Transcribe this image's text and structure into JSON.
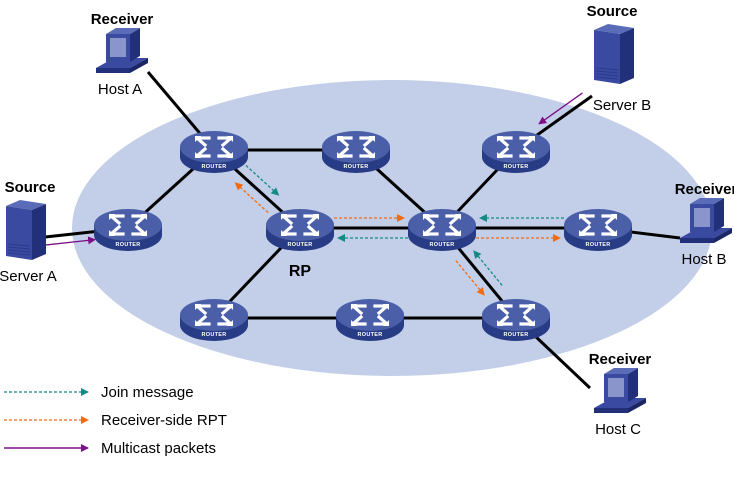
{
  "diagram": {
    "title": "Receiver-side RPT establishment",
    "colors": {
      "domain_fill": "#c3cfe8",
      "router_top": "#4a5fa8",
      "router_side": "#283b85",
      "router_glyph": "#ffffff",
      "link": "#000000",
      "join": "#138a86",
      "rpt": "#f26b11",
      "multicast": "#7d1087",
      "device_main": "#3a4aa0",
      "device_dark": "#22307a",
      "screen": "#8a95cc"
    },
    "router_label": "ROUTER",
    "rp_label": "RP",
    "routers": [
      {
        "id": "r1",
        "name": "router-top-left"
      },
      {
        "id": "r2",
        "name": "router-top-middle"
      },
      {
        "id": "r3",
        "name": "router-top-right"
      },
      {
        "id": "r4",
        "name": "router-left"
      },
      {
        "id": "rp",
        "name": "router-rp"
      },
      {
        "id": "r5",
        "name": "router-center"
      },
      {
        "id": "r6",
        "name": "router-right"
      },
      {
        "id": "r7",
        "name": "router-bottom-left"
      },
      {
        "id": "r8",
        "name": "router-bottom-middle"
      },
      {
        "id": "r9",
        "name": "router-bottom-right"
      }
    ],
    "devices": [
      {
        "id": "hostA",
        "type": "host",
        "role": "Receiver",
        "label": "Host A"
      },
      {
        "id": "hostB",
        "type": "host",
        "role": "Receiver",
        "label": "Host B"
      },
      {
        "id": "hostC",
        "type": "host",
        "role": "Receiver",
        "label": "Host C"
      },
      {
        "id": "serverA",
        "type": "server",
        "role": "Source",
        "label": "Server A"
      },
      {
        "id": "serverB",
        "type": "server",
        "role": "Source",
        "label": "Server B"
      }
    ],
    "links": [
      [
        "hostA",
        "r1"
      ],
      [
        "r1",
        "r2"
      ],
      [
        "r1",
        "r4"
      ],
      [
        "r1",
        "rp"
      ],
      [
        "r2",
        "r5"
      ],
      [
        "r3",
        "r5"
      ],
      [
        "r3",
        "serverB"
      ],
      [
        "rp",
        "r5"
      ],
      [
        "rp",
        "r7"
      ],
      [
        "r5",
        "r6"
      ],
      [
        "r6",
        "hostB"
      ],
      [
        "r5",
        "r9"
      ],
      [
        "r7",
        "r8"
      ],
      [
        "r8",
        "r9"
      ],
      [
        "r9",
        "hostC"
      ],
      [
        "r4",
        "serverA"
      ]
    ],
    "flows": [
      {
        "type": "join",
        "from": "r1",
        "to": "rp"
      },
      {
        "type": "rpt",
        "from": "rp",
        "to": "r1"
      },
      {
        "type": "join",
        "from": "r5",
        "to": "rp"
      },
      {
        "type": "rpt",
        "from": "rp",
        "to": "r5"
      },
      {
        "type": "join",
        "from": "r6",
        "to": "r5"
      },
      {
        "type": "rpt",
        "from": "r5",
        "to": "r6"
      },
      {
        "type": "join",
        "from": "r9",
        "to": "r5"
      },
      {
        "type": "rpt",
        "from": "r5",
        "to": "r9"
      },
      {
        "type": "multicast",
        "from": "serverA",
        "to": "r4"
      },
      {
        "type": "multicast",
        "from": "serverB",
        "to": "r3"
      }
    ]
  },
  "legend": {
    "items": [
      {
        "type": "join",
        "label": "Join message"
      },
      {
        "type": "rpt",
        "label": "Receiver-side RPT"
      },
      {
        "type": "multicast",
        "label": "Multicast packets"
      }
    ]
  }
}
